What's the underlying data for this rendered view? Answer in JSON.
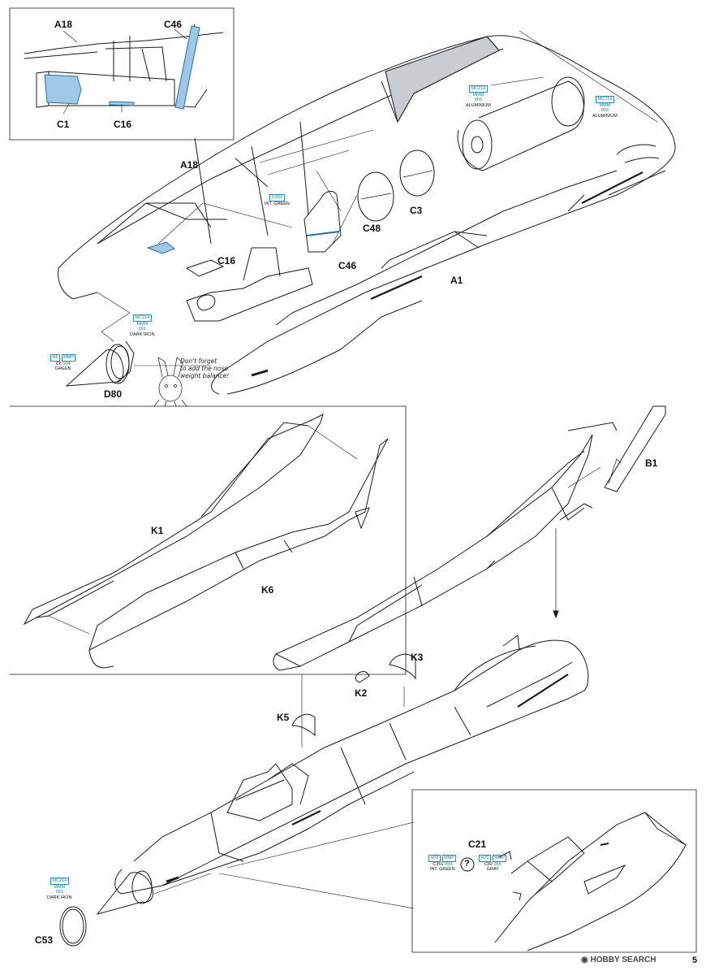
{
  "labels": {
    "a18_inset": "A18",
    "c46_inset": "C46",
    "c1": "C1",
    "c16_inset": "C16",
    "a18": "A18",
    "c16": "C16",
    "c46": "C46",
    "c48": "C48",
    "c3": "C3",
    "a1": "A1",
    "d80": "D80",
    "k1": "K1",
    "k6": "K6",
    "b1": "B1",
    "k3": "K3",
    "k2": "K2",
    "k5": "K5",
    "c21": "C21",
    "c53": "C53"
  },
  "colors": {
    "c391": {
      "code": "C391",
      "name": "INT. GREEN"
    },
    "mc218_a": {
      "code": "MC218",
      "l2": "MMM",
      "l3": "003",
      "name": "ALUMINIUM"
    },
    "mc218_b": {
      "code": "MC218",
      "l2": "MMM",
      "l3": "003",
      "name": "ALUMINIUM"
    },
    "mc214_a": {
      "code": "MC214",
      "l2": "MMM",
      "l3": "001",
      "name": "DARK IRON"
    },
    "h6": {
      "code": "H6",
      "code2": "MMP",
      "l2": "C6",
      "l2b": "004",
      "name": "GREEN"
    },
    "mc214_b": {
      "code": "MC214",
      "l2": "MMM",
      "l3": "001",
      "name": "DARK IRON"
    },
    "h58": {
      "code": "H58",
      "code2": "MMP",
      "l2": "C351",
      "l2b": "059",
      "name": "INT. GREEN"
    },
    "h70": {
      "code": "H70",
      "code2": "MMP",
      "l2": "C60",
      "l2b": "056",
      "name": "GRAY"
    }
  },
  "note": {
    "l1": "Don't forget",
    "l2": "to add the nose",
    "l3": "weight balance!"
  },
  "question_mark": "?",
  "footer": {
    "brand": "HOBBY SEARCH",
    "page": "5"
  }
}
